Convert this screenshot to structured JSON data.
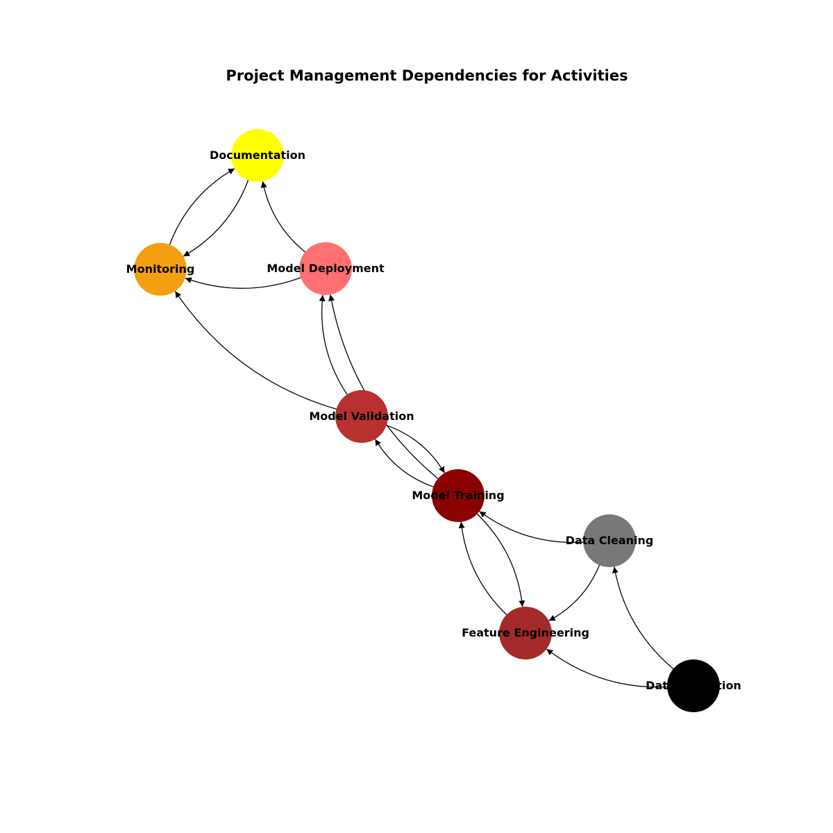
{
  "title": "Project Management Dependencies for Activities",
  "nodes": [
    {
      "id": "documentation",
      "label": "Documentation",
      "color": "#ffff00"
    },
    {
      "id": "monitoring",
      "label": "Monitoring",
      "color": "#f2a010"
    },
    {
      "id": "model_deployment",
      "label": "Model Deployment",
      "color": "#ff7070"
    },
    {
      "id": "model_validation",
      "label": "Model Validation",
      "color": "#b83030"
    },
    {
      "id": "model_training",
      "label": "Model Training",
      "color": "#8b0000"
    },
    {
      "id": "data_cleaning",
      "label": "Data Cleaning",
      "color": "#787878"
    },
    {
      "id": "feature_engineering",
      "label": "Feature Engineering",
      "color": "#a52a2a"
    },
    {
      "id": "data_collection",
      "label": "Data Collection",
      "color": "#000000"
    }
  ],
  "edges": [
    {
      "source": "data_collection",
      "target": "data_cleaning"
    },
    {
      "source": "data_collection",
      "target": "feature_engineering"
    },
    {
      "source": "data_cleaning",
      "target": "feature_engineering"
    },
    {
      "source": "data_cleaning",
      "target": "model_training"
    },
    {
      "source": "feature_engineering",
      "target": "model_training"
    },
    {
      "source": "model_training",
      "target": "feature_engineering"
    },
    {
      "source": "model_training",
      "target": "model_validation"
    },
    {
      "source": "model_validation",
      "target": "model_training"
    },
    {
      "source": "model_training",
      "target": "model_deployment"
    },
    {
      "source": "model_validation",
      "target": "model_deployment"
    },
    {
      "source": "model_validation",
      "target": "monitoring"
    },
    {
      "source": "model_deployment",
      "target": "monitoring"
    },
    {
      "source": "model_deployment",
      "target": "documentation"
    },
    {
      "source": "monitoring",
      "target": "documentation"
    },
    {
      "source": "documentation",
      "target": "monitoring"
    }
  ]
}
